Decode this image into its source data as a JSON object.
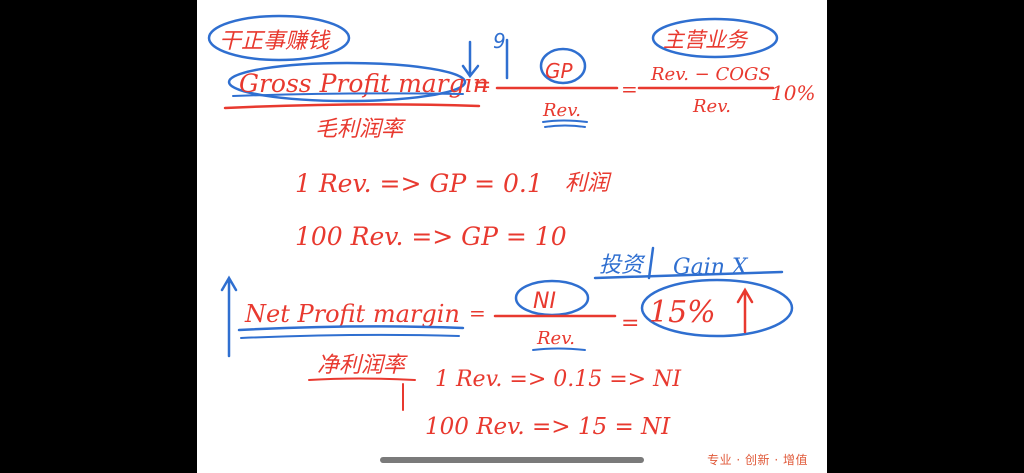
{
  "notes": {
    "top_circle_label": "干正事赚钱",
    "gross_margin": "Gross Profit margin",
    "gross_margin_cn": "毛利润率",
    "gp": "GP",
    "rev": "Rev.",
    "main_business": "主营业务",
    "rev_minus_cogs": "Rev. − COGS",
    "rev_denominator": "Rev.",
    "ten_percent": "10%",
    "eq": "=",
    "arrow_q": "9",
    "line1": "1 Rev. => GP = 0.1",
    "line1_cn": "利润",
    "line2": "100 Rev. => GP = 10",
    "investment": "投资",
    "gain": "Gain X",
    "net_margin": "Net Profit margin",
    "net_margin_cn": "净利润率",
    "ni": "NI",
    "rev_net": "Rev.",
    "fifteen_percent": "15%",
    "line3": "1 Rev. => 0.15 => NI",
    "line4": "100 Rev. => 15 = NI"
  },
  "watermark": "专业 · 创新 · 增值",
  "colors": {
    "ink_red": "#e8392f",
    "ink_blue": "#2f6fd0",
    "page_bg": "#ffffff",
    "frame_bg": "#000000",
    "watermark": "#e05a3a"
  }
}
